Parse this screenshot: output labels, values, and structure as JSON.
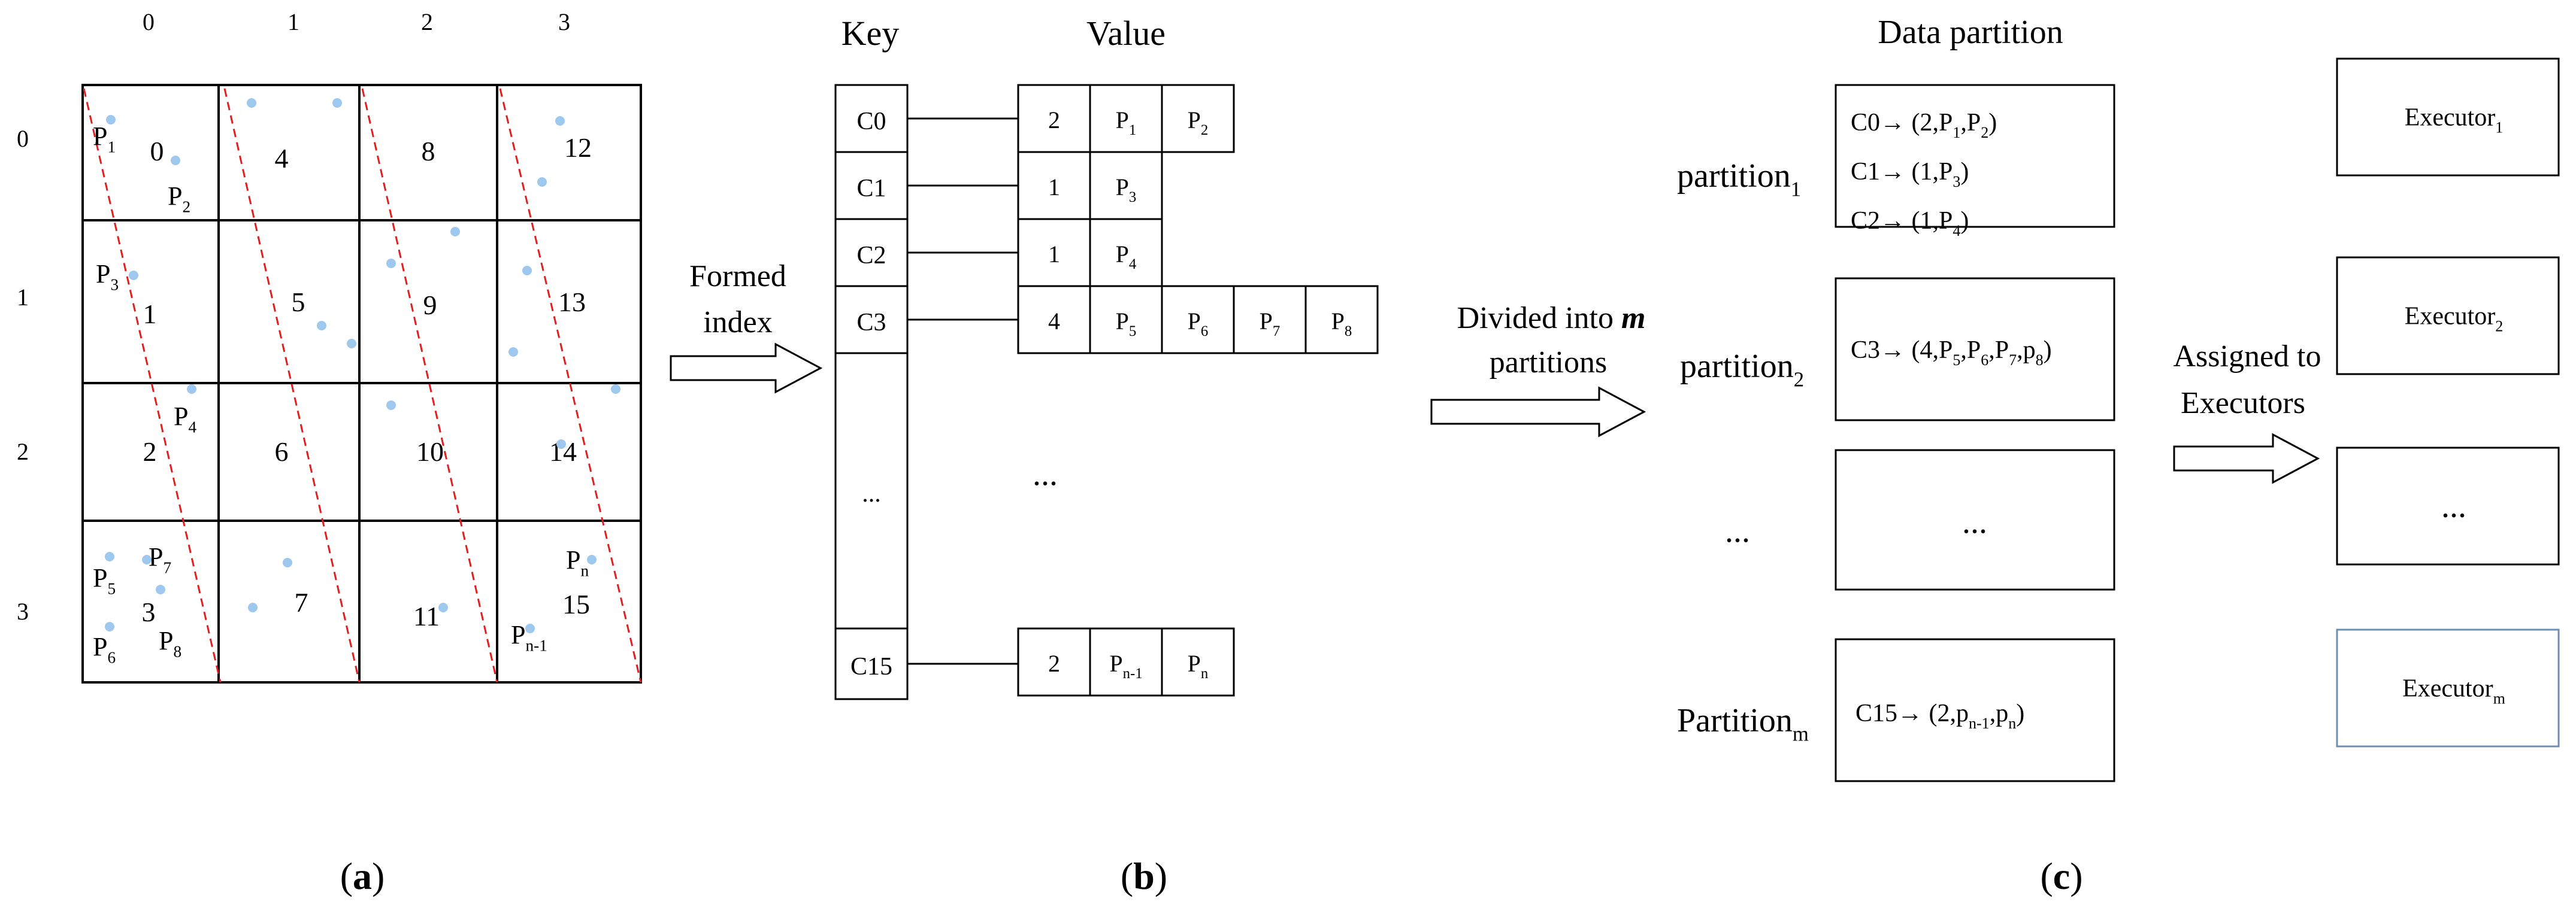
{
  "panel_a": {
    "col_headers": [
      "0",
      "1",
      "2",
      "3"
    ],
    "row_headers": [
      "0",
      "1",
      "2",
      "3"
    ],
    "cell_ids": [
      "0",
      "1",
      "2",
      "3",
      "4",
      "5",
      "6",
      "7",
      "8",
      "9",
      "10",
      "11",
      "12",
      "13",
      "14",
      "15"
    ],
    "point_labels": [
      {
        "base": "P",
        "sub": "1"
      },
      {
        "base": "P",
        "sub": "2"
      },
      {
        "base": "P",
        "sub": "3"
      },
      {
        "base": "P",
        "sub": "4"
      },
      {
        "base": "P",
        "sub": "5"
      },
      {
        "base": "P",
        "sub": "6"
      },
      {
        "base": "P",
        "sub": "7"
      },
      {
        "base": "P",
        "sub": "8"
      },
      {
        "base": "P",
        "sub": "n"
      },
      {
        "base": "P",
        "sub": "n-1"
      }
    ],
    "caption_open": "(",
    "caption_letter": "a",
    "caption_close": ")"
  },
  "arrow_1_label": [
    "Formed",
    "index"
  ],
  "panel_b": {
    "key_header": "Key",
    "value_header": "Value",
    "keys": [
      "C0",
      "C1",
      "C2",
      "C3",
      "...",
      "C15"
    ],
    "values": [
      [
        {
          "base": "2",
          "sub": ""
        },
        {
          "base": "P",
          "sub": "1"
        },
        {
          "base": "P",
          "sub": "2"
        }
      ],
      [
        {
          "base": "1",
          "sub": ""
        },
        {
          "base": "P",
          "sub": "3"
        }
      ],
      [
        {
          "base": "1",
          "sub": ""
        },
        {
          "base": "P",
          "sub": "4"
        }
      ],
      [
        {
          "base": "4",
          "sub": ""
        },
        {
          "base": "P",
          "sub": "5"
        },
        {
          "base": "P",
          "sub": "6"
        },
        {
          "base": "P",
          "sub": "7"
        },
        {
          "base": "P",
          "sub": "8"
        }
      ],
      [
        {
          "base": "2",
          "sub": ""
        },
        {
          "base": "P",
          "sub": "n-1"
        },
        {
          "base": "P",
          "sub": "n"
        }
      ]
    ],
    "value_ellipsis": "...",
    "caption_open": "(",
    "caption_letter": "b",
    "caption_close": ")"
  },
  "arrow_2_label": {
    "line1_prefix": "Divided into ",
    "line1_italic": "m",
    "line2": "partitions"
  },
  "panel_c": {
    "header": "Data partition",
    "partitions": [
      {
        "base": "partition",
        "sub": "1"
      },
      {
        "base": "partition",
        "sub": "2"
      },
      {
        "base": "...",
        "sub": ""
      },
      {
        "base": "Partition",
        "sub": "m"
      }
    ],
    "box1_lines": [
      [
        {
          "t": "C0→ (2,P",
          "s": ""
        },
        {
          "t": "1",
          "s": "sub"
        },
        {
          "t": ",P",
          "s": ""
        },
        {
          "t": "2",
          "s": "sub"
        },
        {
          "t": ")",
          "s": ""
        }
      ],
      [
        {
          "t": "C1→ (1,P",
          "s": ""
        },
        {
          "t": "3",
          "s": "sub"
        },
        {
          "t": ")",
          "s": ""
        }
      ],
      [
        {
          "t": "C2→ (1,P",
          "s": ""
        },
        {
          "t": "4",
          "s": "sub"
        },
        {
          "t": ")",
          "s": ""
        }
      ]
    ],
    "box2_line": [
      {
        "t": "C3→ (4,P",
        "s": ""
      },
      {
        "t": "5",
        "s": "sub"
      },
      {
        "t": ",P",
        "s": ""
      },
      {
        "t": "6",
        "s": "sub"
      },
      {
        "t": ",P",
        "s": ""
      },
      {
        "t": "7",
        "s": "sub"
      },
      {
        "t": ",p",
        "s": ""
      },
      {
        "t": "8",
        "s": "sub"
      },
      {
        "t": ")",
        "s": ""
      }
    ],
    "box3_text": "...",
    "box4_line": [
      {
        "t": "C15→ (2,p",
        "s": ""
      },
      {
        "t": "n-1",
        "s": "sub"
      },
      {
        "t": ",p",
        "s": ""
      },
      {
        "t": "n",
        "s": "sub"
      },
      {
        "t": ")",
        "s": ""
      }
    ],
    "caption_open": "(",
    "caption_letter": "c",
    "caption_close": ")"
  },
  "arrow_3_label": [
    "Assigned to",
    "Executors"
  ],
  "executors": [
    {
      "base": "Executor",
      "sub": "1"
    },
    {
      "base": "Executor",
      "sub": "2"
    },
    {
      "base": "...",
      "sub": ""
    },
    {
      "base": "Executor",
      "sub": "m"
    }
  ],
  "colors": {
    "point": "#9ec8ee",
    "diagonal": "#e02020",
    "executor_m_border": "#6f8fb0",
    "line": "#000000"
  }
}
